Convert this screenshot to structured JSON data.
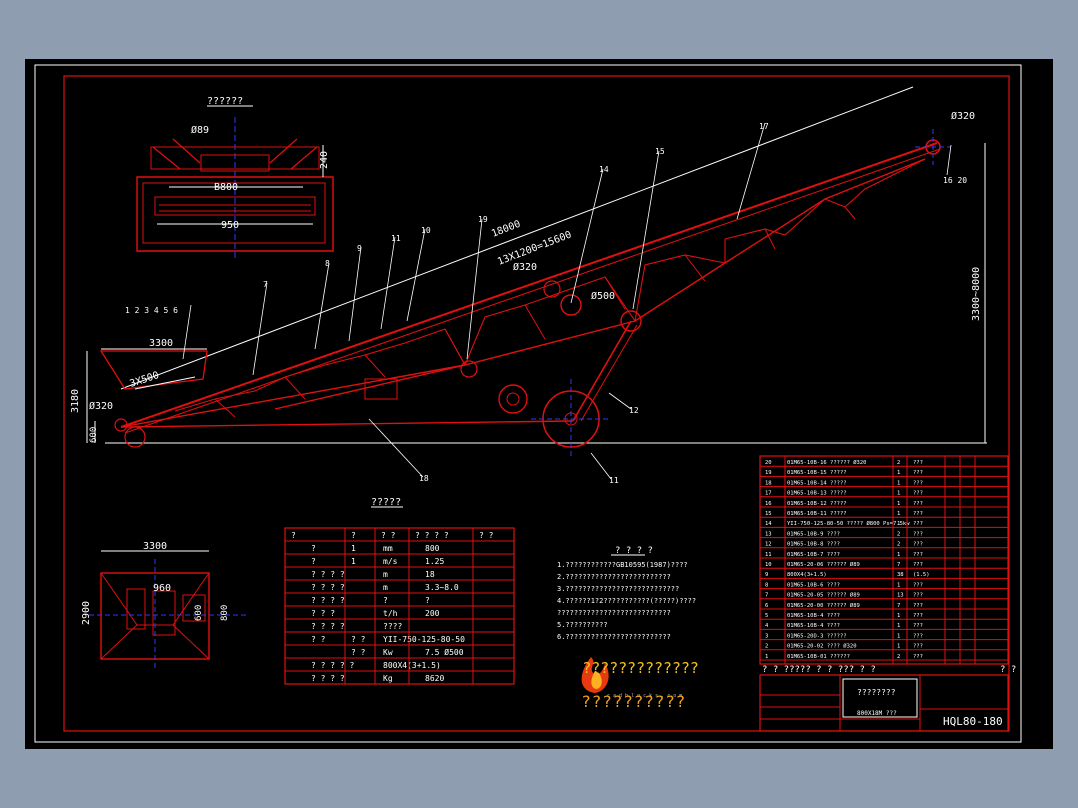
{
  "colors": {
    "background": "#8e9db0",
    "canvas": "#000000",
    "frame": "#e01010",
    "text": "#ffffff",
    "centerline": "#2a3cff",
    "logo": "#f2c21a"
  },
  "side_view": {
    "title": "??????",
    "dim_b800": "B800",
    "dim_950": "950",
    "dim_phi89": "Ø89",
    "dim_240": "240"
  },
  "main_view": {
    "len_18000": "18000",
    "len_13x1200": "13X1200=15600",
    "phi320_top": "Ø320",
    "phi320_mid": "Ø320",
    "phi320_left": "Ø320",
    "phi500": "Ø500",
    "dim_3300": "3300",
    "dim_3x500": "3X500",
    "dim_3180": "3180",
    "dim_600": "600",
    "dim_height": "3300~8000",
    "balloons_left": "1 2 3 4 5 6",
    "balloon_7": "7",
    "balloon_8": "8",
    "balloon_9": "9",
    "balloon_10": "10",
    "balloon_11": "11",
    "balloon_11b": "11",
    "balloon_12": "12",
    "balloon_14": "14",
    "balloon_15": "15",
    "balloon_16_20": "16 20",
    "balloon_17": "17",
    "balloon_18": "18",
    "balloon_19": "19"
  },
  "plan_view": {
    "dim_3300": "3300",
    "dim_960": "960",
    "dim_600": "600",
    "dim_800": "800",
    "dim_2900": "2900"
  },
  "spec_table": {
    "title": "?????",
    "headers": [
      "?",
      "?",
      "? ?",
      "? ? ? ?",
      "? ?"
    ],
    "rows": [
      [
        "?",
        "1",
        "mm",
        "800"
      ],
      [
        "?",
        "1",
        "m/s",
        "1.25"
      ],
      [
        "? ? ? ?",
        "",
        "m",
        "18"
      ],
      [
        "? ? ? ?",
        "",
        "m",
        "3.3~8.0"
      ],
      [
        "? ? ? ?",
        "",
        "?",
        "?"
      ],
      [
        "? ? ?",
        "",
        "t/h",
        "200"
      ],
      [
        "? ? ? ?",
        "",
        "????",
        ""
      ],
      [
        "? ?",
        "? ?",
        "YII-750-125-80-50",
        ""
      ],
      [
        "",
        "? ?",
        "Kw",
        "7.5      Ø500"
      ],
      [
        "? ? ? ? ?",
        "",
        "800X4(3+1.5)",
        ""
      ],
      [
        "? ? ? ?",
        "",
        "Kg",
        "8620"
      ]
    ]
  },
  "notes": {
    "title": "? ? ? ?",
    "lines": [
      "1.????????????GB10595(1987)????",
      "2.?????????????????????????",
      "3.???????????????????????????",
      "4.??????1?2???????????(?????)????",
      "  ???????????????????????????",
      "5.??????????",
      "6.?????????????????????????"
    ]
  },
  "logo": {
    "text": "?????????????",
    "sub": "??????????",
    "tagline": "c a d b l o c k s . c o m"
  },
  "parts_list": {
    "rows": [
      [
        "20",
        "01M65-10B-16 ?????? Ø320",
        "2",
        "???"
      ],
      [
        "19",
        "01M65-10B-15 ?????",
        "1",
        "???"
      ],
      [
        "18",
        "01M65-10B-14 ?????",
        "1",
        "???"
      ],
      [
        "17",
        "01M65-10B-13 ?????",
        "1",
        "???"
      ],
      [
        "16",
        "01M65-10B-12 ?????",
        "1",
        "???"
      ],
      [
        "15",
        "01M65-10B-11 ?????",
        "1",
        "???"
      ],
      [
        "14",
        "YII-750-125-80-50 ????? Ø800 Ps=7.5kw",
        "1",
        "???"
      ],
      [
        "13",
        "01M65-10B-9 ????",
        "2",
        "???"
      ],
      [
        "12",
        "01M65-10B-8 ????",
        "2",
        "???"
      ],
      [
        "11",
        "01M65-10B-7 ????",
        "1",
        "???"
      ],
      [
        "10",
        "01M65-20-06 ?????? Ø89",
        "7",
        "???"
      ],
      [
        "9",
        "800X4(3+1.5)",
        "38",
        "(1.5)"
      ],
      [
        "8",
        "01M65-10B-6 ????",
        "1",
        "???"
      ],
      [
        "7",
        "01M65-20-05 ?????? Ø89",
        "13",
        "???"
      ],
      [
        "6",
        "01M65-20-00 ?????? Ø89",
        "7",
        "???"
      ],
      [
        "5",
        "01M65-10B-4 ????",
        "1",
        "???"
      ],
      [
        "4",
        "01M65-10B-4 ????",
        "1",
        "???"
      ],
      [
        "3",
        "01M65-20D-3 ??????",
        "1",
        "???"
      ],
      [
        "2",
        "01M65-20-02 ???? Ø320",
        "1",
        "???"
      ],
      [
        "1",
        "01M65-10B-01 ??????",
        "2",
        "???"
      ]
    ],
    "header_label": "? ? ????? ? ? ??? ? ?",
    "side_marks": "?   ?"
  },
  "title_block": {
    "name": "????????",
    "sub": "800X18M ???",
    "drawing_no": "HQL80-180"
  }
}
